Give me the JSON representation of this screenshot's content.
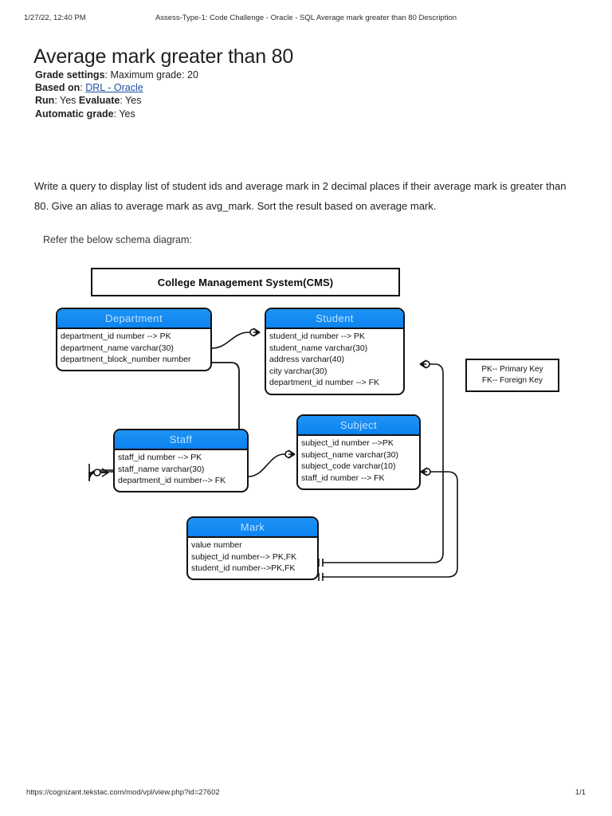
{
  "print_header": {
    "date": "1/27/22, 12:40 PM",
    "title": "Assess-Type-1: Code Challenge - Oracle - SQL Average mark greater than 80 Description"
  },
  "page_title": "Average mark greater than 80",
  "meta": {
    "grade_settings_label": "Grade settings",
    "grade_settings_value": ": Maximum grade: 20",
    "based_on_label": "Based on",
    "based_on_sep": ": ",
    "based_on_link": "DRL - Oracle",
    "run_label": "Run",
    "run_value": ": Yes ",
    "evaluate_label": "Evaluate",
    "evaluate_value": ": Yes",
    "automatic_grade_label": "Automatic grade",
    "automatic_grade_value": ": Yes"
  },
  "description": "Write a query to display list of student ids and average mark in 2 decimal places if their average mark is greater than 80. Give an alias to average mark as avg_mark. Sort the result based on average mark.",
  "refer_line": "Refer the below schema diagram:",
  "diagram": {
    "banner": "College Management System(CMS)",
    "entities": [
      {
        "name": "Department",
        "attributes": [
          "department_id number --> PK",
          "department_name varchar(30)",
          "department_block_number number"
        ]
      },
      {
        "name": "Student",
        "attributes": [
          "student_id number --> PK",
          "student_name varchar(30)",
          "address varchar(40)",
          "city varchar(30)",
          "department_id number --> FK"
        ]
      },
      {
        "name": "Staff",
        "attributes": [
          "staff_id number --> PK",
          "staff_name varchar(30)",
          "department_id number--> FK"
        ]
      },
      {
        "name": "Subject",
        "attributes": [
          "subject_id number -->PK",
          "subject_name varchar(30)",
          "subject_code varchar(10)",
          "staff_id number --> FK"
        ]
      },
      {
        "name": "Mark",
        "attributes": [
          "value number",
          "subject_id number--> PK,FK",
          "student_id number-->PK,FK"
        ]
      }
    ],
    "legend": [
      "PK--  Primary Key",
      "FK-- Foreign Key"
    ],
    "colors": {
      "header_blue": "#1189f2",
      "header_text": "#bfe3ff",
      "outline": "#111111",
      "link_blue": "#1d4fa0"
    }
  },
  "print_footer": {
    "url": "https://cognizant.tekstac.com/mod/vpl/view.php?id=27602",
    "page": "1/1"
  }
}
